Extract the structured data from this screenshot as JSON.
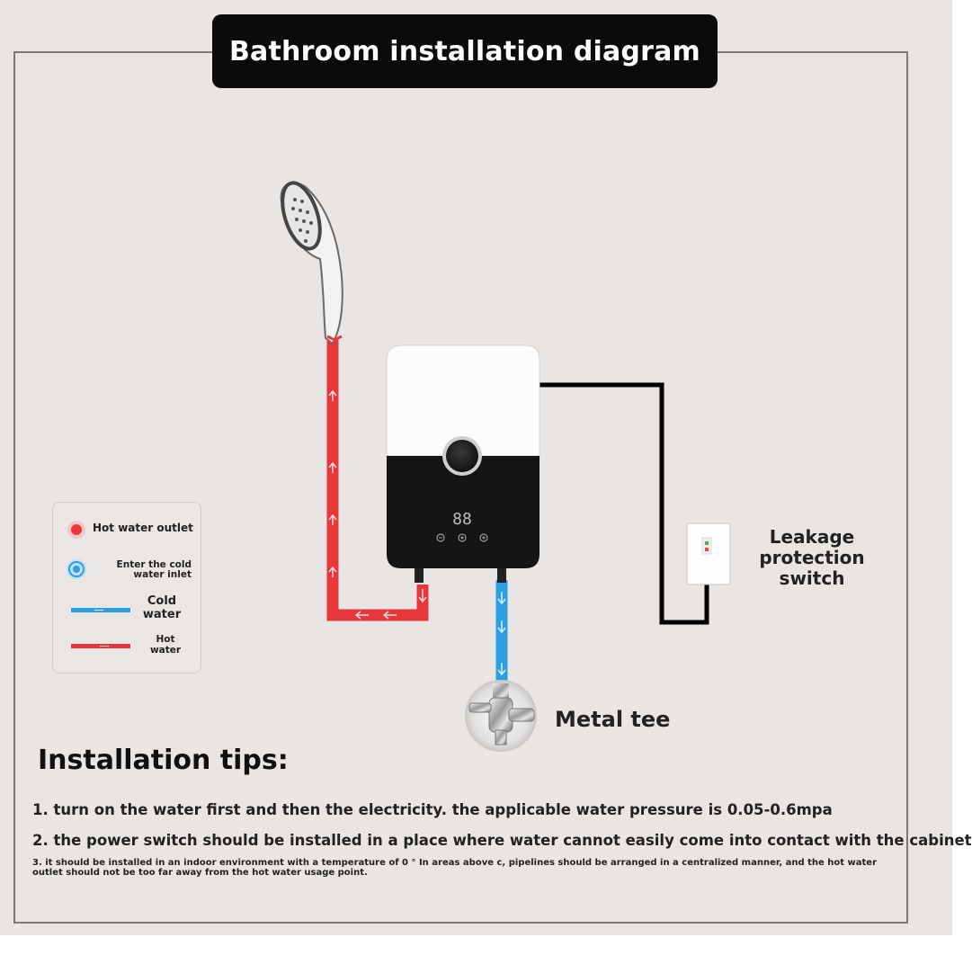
{
  "title": "Bathroom installation diagram",
  "legend": {
    "hot_outlet": "Hot water outlet",
    "cold_inlet": "Enter the cold water inlet",
    "cold_water": "Cold water",
    "hot_water": "Hot water"
  },
  "device": {
    "display": "88"
  },
  "labels": {
    "leakage_switch": "Leakage protection switch",
    "metal_tee": "Metal tee"
  },
  "tips": {
    "heading": "Installation tips:",
    "items": [
      "1. turn on the water first and then the electricity. the applicable water pressure is 0.05-0.6mpa",
      "2. the power switch should be installed in a place where water cannot easily come into contact with the cabinet",
      "3. it should be installed in an indoor environment with a temperature of 0 ° In areas above c, pipelines should be arranged in a centralized manner, and the hot water outlet should not be too far away from the hot water usage point."
    ]
  },
  "colors": {
    "hot": "#e8373a",
    "cold": "#2d9fe0",
    "cable": "#000000",
    "title_bg": "#0b0b0b",
    "background": "#e8e5e2"
  }
}
